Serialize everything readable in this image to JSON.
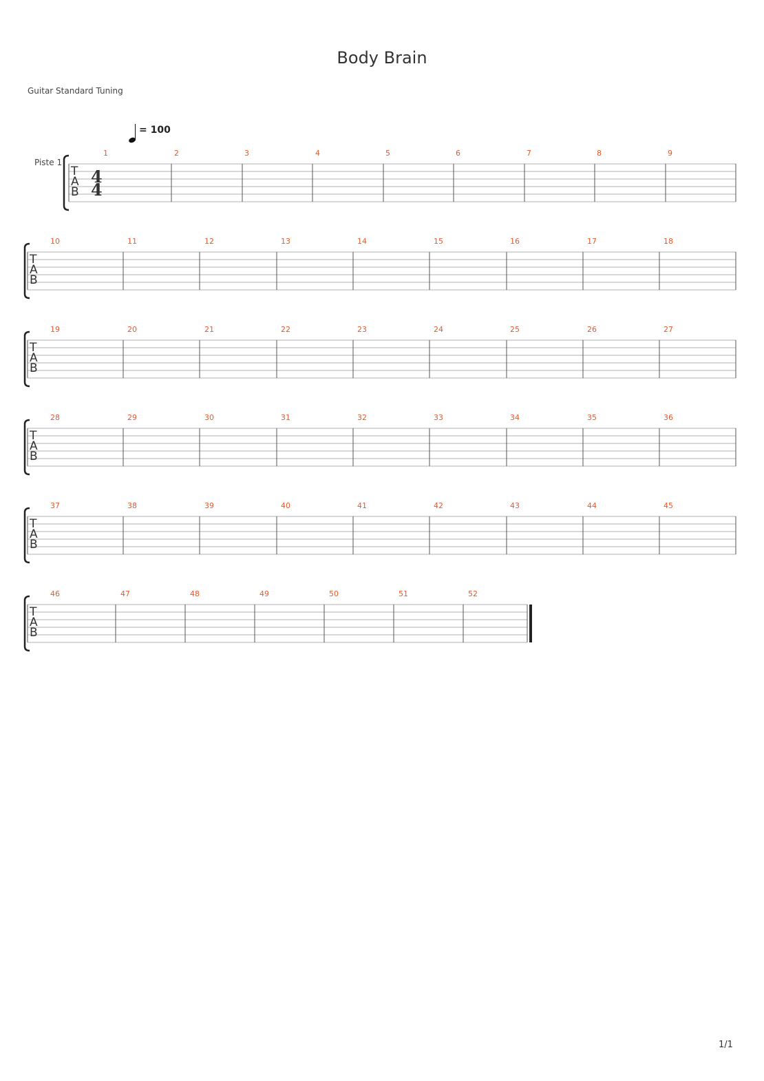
{
  "title": "Body Brain",
  "tuning": "Guitar Standard Tuning",
  "tempo": {
    "icon": "quarter-note-icon",
    "text": "= 100"
  },
  "track_name": "Piste 1",
  "time_signature": {
    "numerator": "4",
    "denominator": "4"
  },
  "tab_letters": [
    "T",
    "A",
    "B"
  ],
  "systems": [
    {
      "measures": [
        "1",
        "2",
        "3",
        "4",
        "5",
        "6",
        "7",
        "8",
        "9"
      ]
    },
    {
      "measures": [
        "10",
        "11",
        "12",
        "13",
        "14",
        "15",
        "16",
        "17",
        "18"
      ]
    },
    {
      "measures": [
        "19",
        "20",
        "21",
        "22",
        "23",
        "24",
        "25",
        "26",
        "27"
      ]
    },
    {
      "measures": [
        "28",
        "29",
        "30",
        "31",
        "32",
        "33",
        "34",
        "35",
        "36"
      ]
    },
    {
      "measures": [
        "37",
        "38",
        "39",
        "40",
        "41",
        "42",
        "43",
        "44",
        "45"
      ]
    },
    {
      "measures": [
        "46",
        "47",
        "48",
        "49",
        "50",
        "51",
        "52"
      ]
    }
  ],
  "page_number": "1/1",
  "colors": {
    "measure_number": "#e8582a",
    "staff_line": "#b0b0b0",
    "barline": "#555555"
  }
}
